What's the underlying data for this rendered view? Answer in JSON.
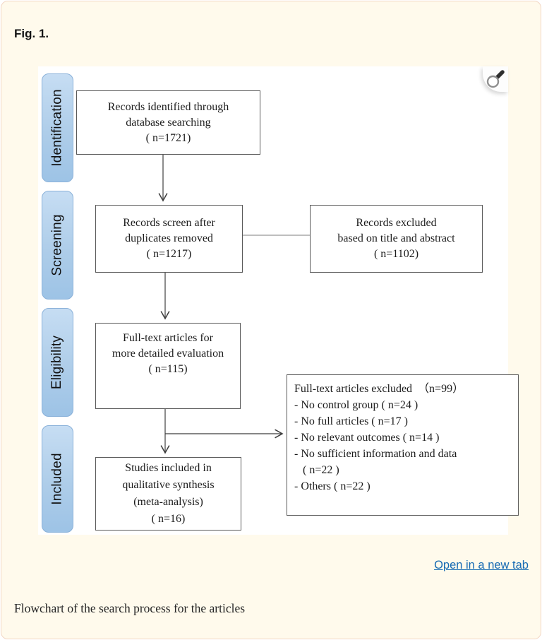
{
  "page": {
    "figure_label": "Fig. 1.",
    "caption": "Flowchart of the search process for the articles",
    "open_in_new_tab": "Open in a new tab"
  },
  "colors": {
    "card_bg": "#fffaec",
    "card_border": "#f2d6c4",
    "stage_fill_top": "#c6ddf3",
    "stage_fill_bottom": "#9dc3e6",
    "stage_border": "#8ab1d9",
    "box_border": "#595959",
    "arrow": "#3f3f3f",
    "link": "#176bb3"
  },
  "flowchart": {
    "stages": [
      {
        "label": "Identification"
      },
      {
        "label": "Screening"
      },
      {
        "label": "Eligibility"
      },
      {
        "label": "Included"
      }
    ],
    "boxes": {
      "identified": {
        "lines": [
          "Records identified through",
          "database searching",
          "( n=1721)"
        ]
      },
      "screened": {
        "lines": [
          "Records screen after",
          "duplicates removed",
          "( n=1217)"
        ]
      },
      "excluded_title_abstract": {
        "lines": [
          "Records excluded",
          "based on title and abstract",
          "( n=1102)"
        ]
      },
      "fulltext_eval": {
        "lines": [
          "Full-text articles for",
          "more detailed evaluation",
          "( n=115)"
        ]
      },
      "fulltext_excluded": {
        "title": "Full-text articles excluded　（n=99）",
        "items": [
          "- No control group ( n=24 )",
          "- No full articles ( n=17 )",
          "- No relevant outcomes ( n=14 )",
          "- No sufficient information and data",
          "   ( n=22 )",
          "- Others ( n=22 )"
        ]
      },
      "included_synthesis": {
        "lines": [
          "Studies included in",
          "qualitative synthesis",
          "(meta-analysis)",
          "( n=16)"
        ]
      }
    }
  }
}
